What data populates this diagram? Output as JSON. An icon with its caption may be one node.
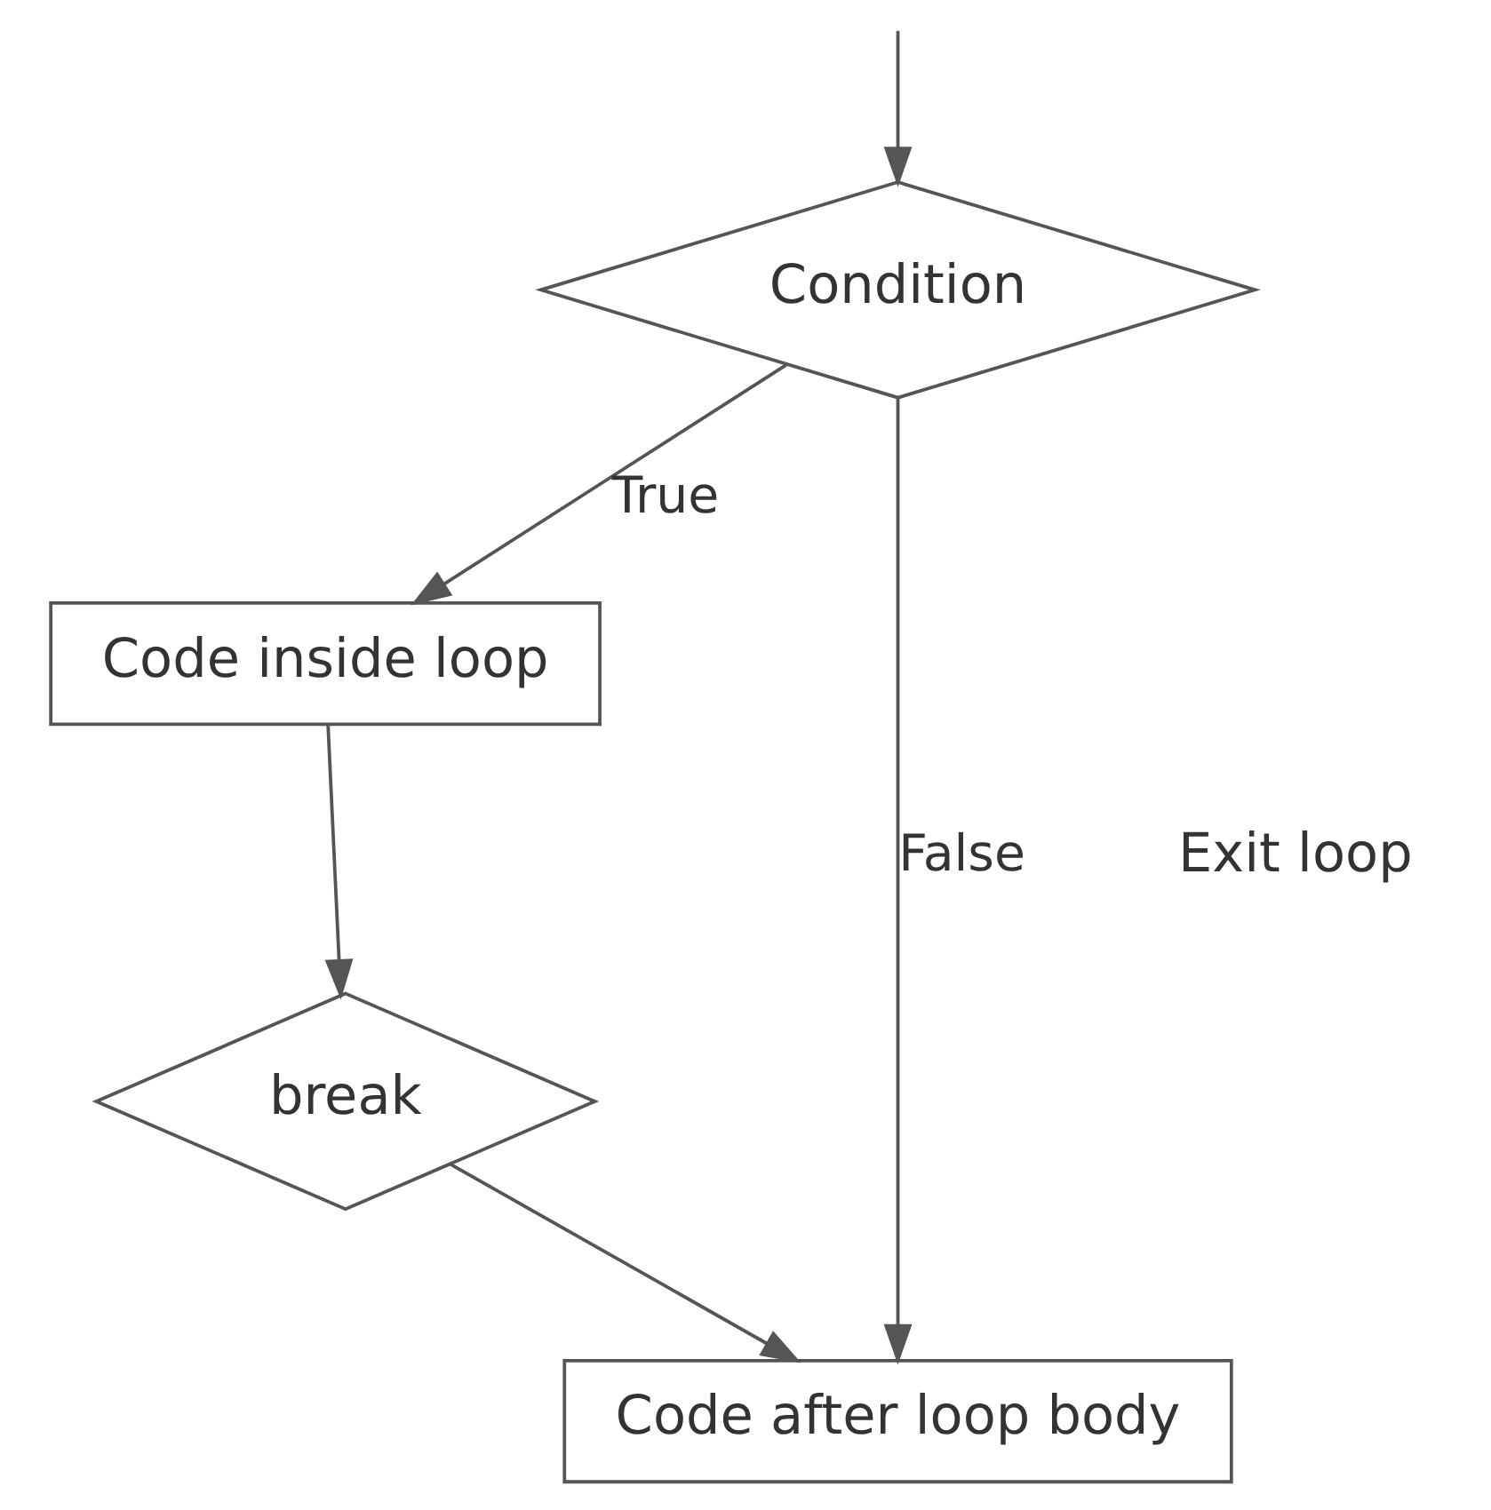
{
  "diagram": {
    "nodes": [
      {
        "text": [
          "Condition"
        ]
      },
      {
        "text": [
          "Code inside loop"
        ]
      },
      {
        "text": [
          "break"
        ]
      },
      {
        "text": [
          "Code after loop body"
        ]
      }
    ],
    "edges": [
      {
        "from": null,
        "to": 0,
        "arrow": "to"
      },
      {
        "from": 0,
        "to": 1,
        "arrow": "to",
        "label": "True"
      },
      {
        "from": 0,
        "to": 3,
        "arrow": "to",
        "label": "False"
      },
      {
        "from": 1,
        "to": 2,
        "arrow": "to"
      },
      {
        "from": 2,
        "to": 3,
        "arrow": "to"
      }
    ],
    "labels": [
      "Exit loop"
    ]
  }
}
